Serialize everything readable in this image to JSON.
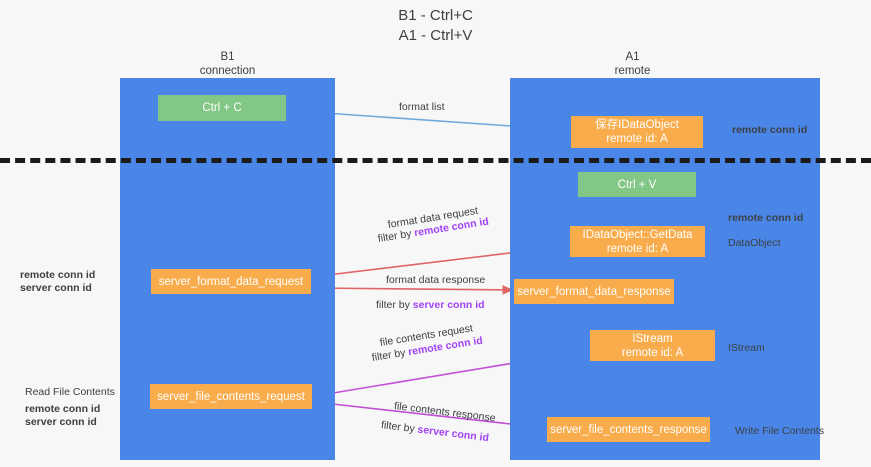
{
  "title": {
    "line1": "B1 - Ctrl+C",
    "line2": "A1 - Ctrl+V"
  },
  "columns": [
    {
      "name": "B1",
      "role": "connection"
    },
    {
      "name": "A1",
      "role": "remote"
    }
  ],
  "colors": {
    "lane": "#4a86e8",
    "green_node": "#82c785",
    "orange_node": "#f9ac4b",
    "purple_text": "#a142f4",
    "green_text": "#6aa84f",
    "arrow_blue": "#6fa8dc",
    "arrow_black": "#000000",
    "arrow_red": "#e06666",
    "arrow_magenta": "#c24fd4",
    "divider": "#1b1b1b"
  },
  "nodes": {
    "ctrl_c": {
      "label": "Ctrl + C"
    },
    "save_idataobject": {
      "line1": "保存IDataObject",
      "line2": "remote id: A"
    },
    "ctrl_v": {
      "label": "Ctrl + V"
    },
    "getdata": {
      "line1": "IDataObject::GetData",
      "line2": "remote id: A"
    },
    "server_format_data_request": {
      "label": "server_format_data_request"
    },
    "server_format_data_response": {
      "label": "server_format_data_response"
    },
    "istream": {
      "line1": "IStream",
      "line2": "remote id: A"
    },
    "server_file_contents_request": {
      "label": "server_file_contents_request"
    },
    "server_file_contents_response": {
      "label": "server_file_contents_response"
    }
  },
  "edge_labels": {
    "format_list": "format list",
    "format_data_request": "format data request",
    "format_data_request_filter_prefix": "filter by ",
    "format_data_request_filter_key": "remote conn id",
    "format_data_response": "format data response",
    "format_data_response_filter_prefix": "filter by ",
    "format_data_response_filter_key": "server conn id",
    "file_contents_request": "file contents request",
    "file_contents_request_filter_prefix": "filter by ",
    "file_contents_request_filter_key": "remote conn id",
    "file_contents_response": "file contents response",
    "file_contents_response_filter_prefix": "filter by ",
    "file_contents_response_filter_key": "server conn id"
  },
  "side_labels": {
    "right_remote_conn_id_top": "remote conn id",
    "right_remote_conn_id_mid": "remote conn id",
    "right_dataobject": "DataObject",
    "right_istream": "IStream",
    "right_write_file_contents": "Write File Contents",
    "left_remote_conn_id_mid": "remote conn id",
    "left_server_conn_id_mid": "server conn id",
    "left_read_file_contents": "Read File Contents",
    "left_remote_conn_id_bottom": "remote conn id",
    "left_server_conn_id_bottom": "server conn id"
  }
}
